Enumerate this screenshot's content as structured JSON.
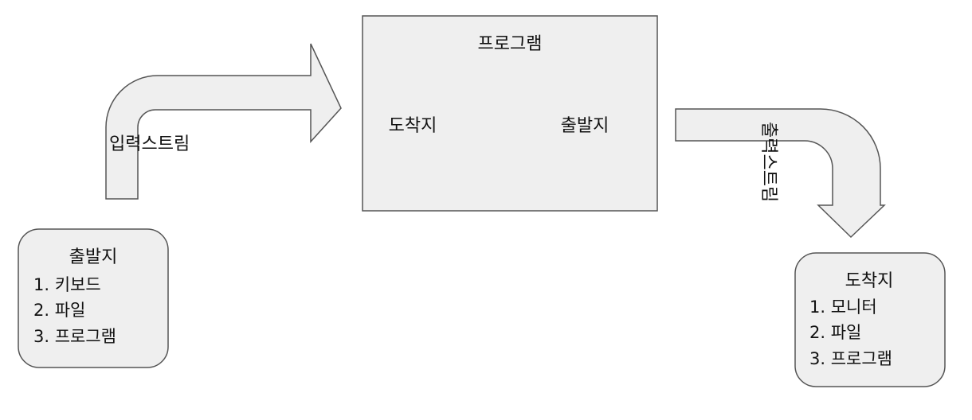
{
  "program_box": {
    "title": "프로그램",
    "left_label": "도착지",
    "right_label": "출발지"
  },
  "input_stream": {
    "label": "입력스트림"
  },
  "output_stream": {
    "label": "출력스트림"
  },
  "source_box": {
    "title": "출발지",
    "items": [
      "1. 키보드",
      "2. 파일",
      "3. 프로그램"
    ]
  },
  "destination_box": {
    "title": "도착지",
    "items": [
      "1. 모니터",
      "2. 파일",
      "3. 프로그램"
    ]
  },
  "colors": {
    "shape_fill": "#efefef",
    "stroke": "#555555",
    "background": "#ffffff"
  }
}
